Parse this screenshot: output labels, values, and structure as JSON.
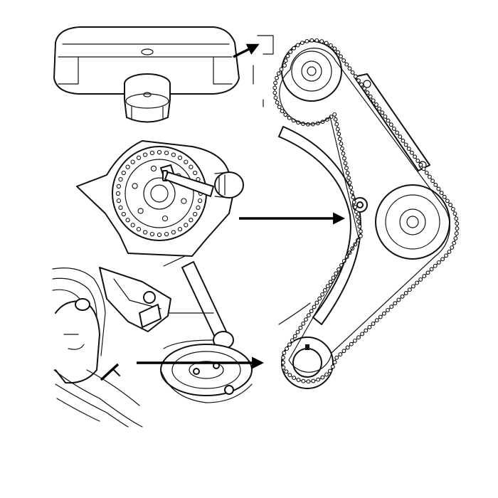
{
  "figure": {
    "panels": [
      "camshaft-sprocket-cover",
      "camshaft-sprocket-locking",
      "crankshaft-sprocket-alignment",
      "timing-chain-assembly"
    ],
    "arrow_color": "#000000",
    "line_color": "#111111",
    "background": "#ffffff"
  }
}
